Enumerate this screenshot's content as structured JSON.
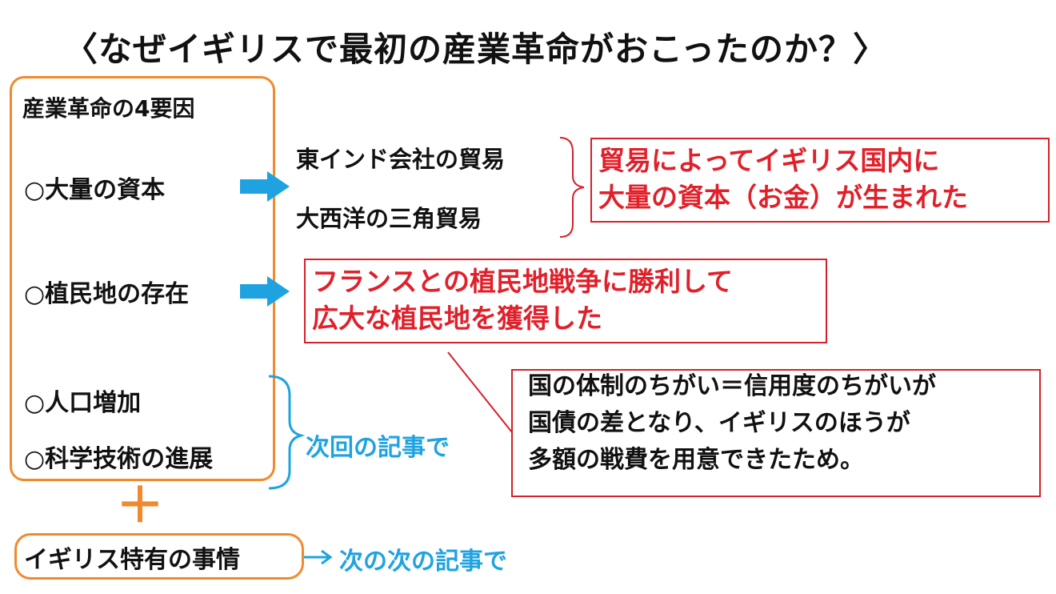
{
  "title": "〈なぜイギリスで最初の産業革命がおこったのか？〉",
  "factors": {
    "heading": "産業革命の4要因",
    "capital": "○大量の資本",
    "colonies": "○植民地の存在",
    "population": "○人口増加",
    "science": "○科学技術の進展"
  },
  "trade": {
    "east_india": "東インド会社の貿易",
    "atlantic": "大西洋の三角貿易"
  },
  "capital_result": {
    "line1": "貿易によってイギリス国内に",
    "line2": "大量の資本（お金）が生まれた"
  },
  "colony_result": {
    "line1": "フランスとの植民地戦争に勝利して",
    "line2": "広大な植民地を獲得した"
  },
  "note": {
    "line1": "国の体制のちがい＝信用度のちがいが",
    "line2": "国債の差となり、イギリスのほうが",
    "line3": "多額の戦費を用意できたため。"
  },
  "next_article": "次回の記事で",
  "plus_sign": "＋",
  "special": {
    "label": "イギリス特有の事情",
    "next": "次の次の記事で"
  },
  "colors": {
    "orange": "#f08a2e",
    "red": "#e0202a",
    "blue": "#1fa3e0"
  }
}
